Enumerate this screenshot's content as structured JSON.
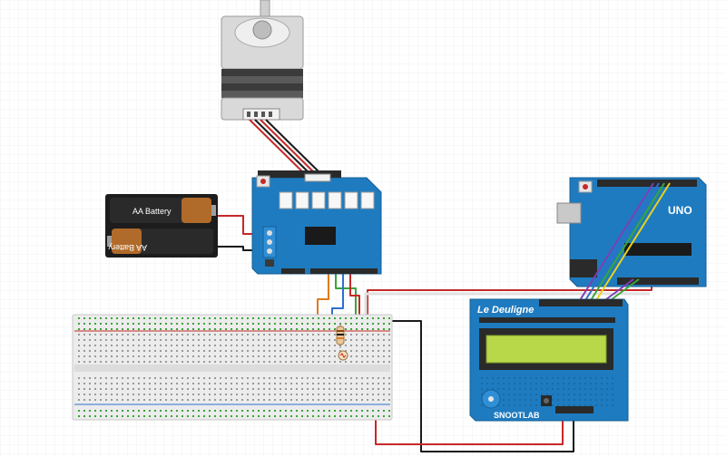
{
  "battery_pack": {
    "cell_top_label": "AA Battery",
    "cell_bottom_label": "AA Battery"
  },
  "lcd_shield": {
    "brand_label": "Le Deuligne",
    "maker_label": "SNOOTLAB"
  },
  "arduino_uno": {
    "model_label": "UNO"
  },
  "colors": {
    "wire_red": "#c62828",
    "wire_black": "#1a1a1a",
    "wire_white": "#e6e6e6",
    "wire_green": "#3aa53a",
    "wire_blue": "#2f6fd0",
    "wire_orange": "#e07a1f",
    "wire_purple": "#7b3fb8",
    "wire_yellow": "#e8d21c",
    "wire_brown": "#9a6a1a",
    "board_blue": "#1f7bbf",
    "lcd_screen": "#b8d84a",
    "breadboard_body": "#ececec"
  },
  "icons": [
    "stepper-motor-icon",
    "battery-icon",
    "motor-shield-icon",
    "arduino-board-icon",
    "lcd-keypad-shield-icon",
    "breadboard-icon",
    "resistor-icon",
    "photoresistor-icon"
  ]
}
